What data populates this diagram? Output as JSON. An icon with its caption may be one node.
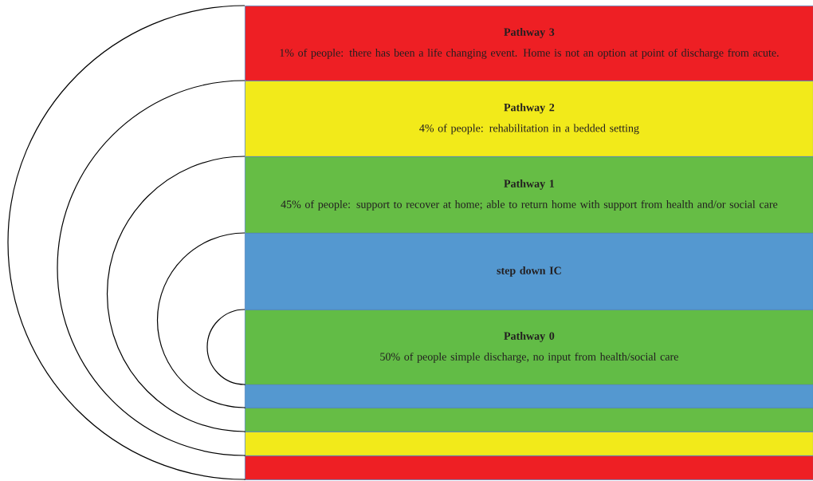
{
  "diagram": {
    "nodes": [
      {
        "text": [
          "Pathway 3",
          "1% of people: there has been a life changing event. Home is not an option at point of discharge from acute."
        ]
      },
      {
        "text": [
          "Pathway 2",
          "4% of people: rehabilitation in a bedded setting"
        ]
      },
      {
        "text": [
          "Pathway 1",
          "45% of people: support to recover at home; able to return home with support from health and/or social care"
        ]
      },
      {
        "text": [
          "step down IC"
        ]
      },
      {
        "text": [
          "Pathway 0",
          "50% of people simple discharge, no input from health/social care"
        ]
      },
      {
        "text": [],
        "shape": "bar"
      },
      {
        "text": [],
        "shape": "bar"
      },
      {
        "text": [],
        "shape": "bar"
      },
      {
        "text": [],
        "shape": "bar"
      }
    ],
    "edges": [
      {
        "from": 0,
        "to": 8,
        "arrow": "none"
      },
      {
        "from": 1,
        "to": 7,
        "arrow": "none"
      },
      {
        "from": 2,
        "to": 6,
        "arrow": "none"
      },
      {
        "from": 3,
        "to": 5,
        "arrow": "none"
      },
      {
        "from": 4,
        "to": 4,
        "arrow": "none"
      }
    ]
  }
}
